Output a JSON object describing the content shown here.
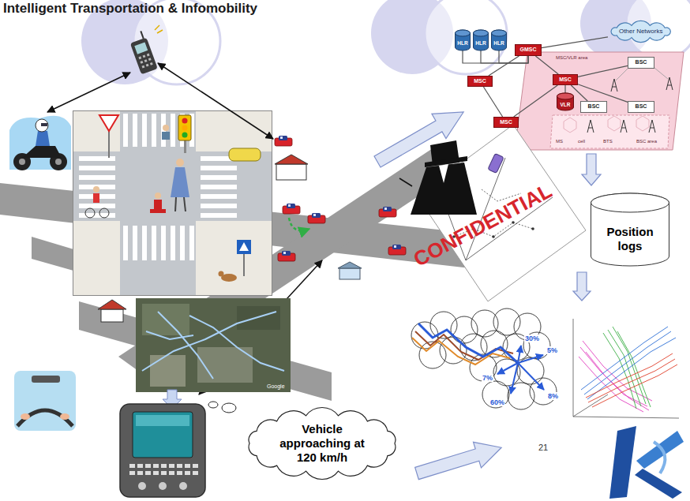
{
  "diagram": {
    "title": "Intelligent Transportation & Infomobility",
    "nodes": [
      {
        "text": [
          "Other Networks"
        ]
      },
      {
        "text": [
          "HLR"
        ]
      },
      {
        "text": [
          "HLR"
        ]
      },
      {
        "text": [
          "HLR"
        ]
      },
      {
        "text": [
          "GMSC"
        ]
      },
      {
        "text": [
          "MSC"
        ]
      },
      {
        "text": [
          "MSC"
        ]
      },
      {
        "text": [
          "MSC"
        ]
      },
      {
        "text": [
          "VLR"
        ]
      },
      {
        "text": [
          "BSC"
        ]
      },
      {
        "text": [
          "BSC"
        ]
      },
      {
        "text": [
          "BSC"
        ]
      },
      {
        "text": [
          "Position logs"
        ]
      },
      {
        "text": [
          "Vehicle approaching at 120 km/h"
        ]
      }
    ],
    "edges": [
      {
        "from": 1,
        "to": 4,
        "arrow": "none"
      },
      {
        "from": 2,
        "to": 4,
        "arrow": "none"
      },
      {
        "from": 3,
        "to": 4,
        "arrow": "none"
      },
      {
        "from": 4,
        "to": 0,
        "arrow": "none"
      },
      {
        "from": 4,
        "to": 5,
        "arrow": "none"
      },
      {
        "from": 4,
        "to": 6,
        "arrow": "none"
      },
      {
        "from": 5,
        "to": 7,
        "arrow": "none"
      },
      {
        "from": 7,
        "to": 6,
        "arrow": "none"
      },
      {
        "from": 6,
        "to": 8,
        "arrow": "none"
      },
      {
        "from": 6,
        "to": 9,
        "arrow": "none"
      },
      {
        "from": 6,
        "to": 10,
        "arrow": "none"
      },
      {
        "from": 6,
        "to": 11,
        "arrow": "none"
      }
    ],
    "labels": [
      "MSC/VLR area",
      "MS",
      "cell",
      "BTS",
      "BSC area",
      "CONFIDENTIAL",
      "30%",
      "5%",
      "7%",
      "60%",
      "8%",
      "Google",
      "21"
    ]
  }
}
